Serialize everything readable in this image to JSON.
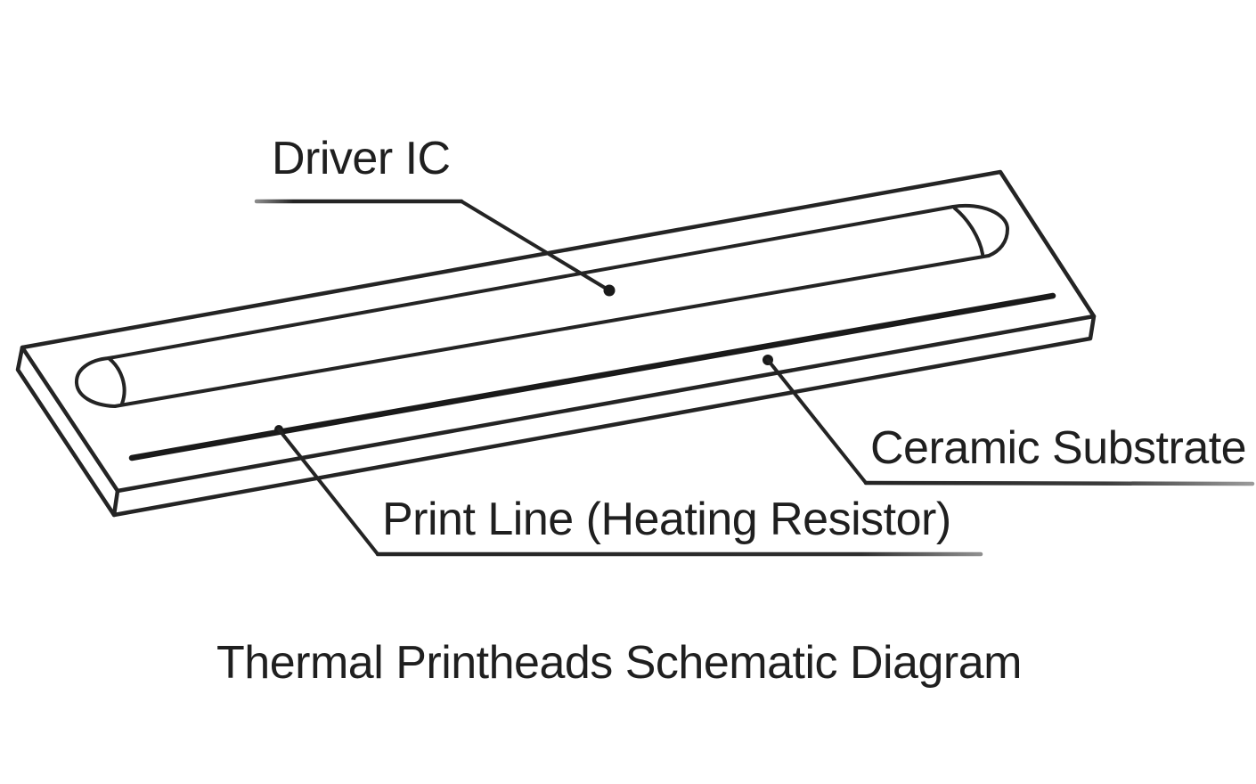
{
  "title": "Thermal Printheads Schematic Diagram",
  "labels": {
    "driver_ic": "Driver IC",
    "ceramic_substrate": "Ceramic Substrate",
    "print_line": "Print Line (Heating Resistor)"
  },
  "colors": {
    "ink": "#1f1f1f",
    "background": "#ffffff"
  }
}
